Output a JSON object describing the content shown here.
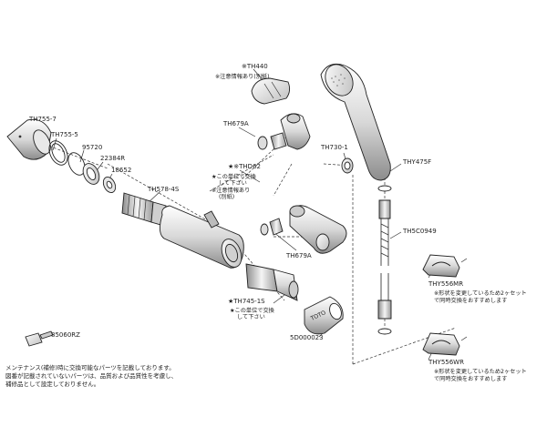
{
  "labels": {
    "th440": "※TH440",
    "th440_note": "※注意情報あり(別紙)",
    "th679a_top": "TH679A",
    "th755_7": "TH755-7",
    "th755_5": "TH755-5",
    "n95720": "95720",
    "n22384r": "22384R",
    "n18652": "18652",
    "th578_4s": "TH578-4S",
    "thd62": "★※THD62",
    "thd62_note1": "★この単位で交換",
    "thd62_note2": "して下さい",
    "thd62_note3": "※注意情報あり",
    "thd62_note4": "(別紙)",
    "th679a_mid": "TH679A",
    "th730_1": "TH730-1",
    "thy475f": "THY475F",
    "th5c0949": "TH5C0949",
    "thy556mr": "THY556MR",
    "thy556mr_note1": "※形状を変更しているため2ヶセット",
    "thy556mr_note2": "で同時交換をおすすめします",
    "thy556wr": "THY556WR",
    "thy556wr_note1": "※形状を変更しているため2ヶセット",
    "thy556wr_note2": "で同時交換をおすすめします",
    "th745_1s": "★TH745-1S",
    "th745_note1": "★この単位で交換",
    "th745_note2": "して下さい",
    "n5d000023": "5D000023",
    "n85060rz": "85060RZ",
    "cover_brand": "TOTO"
  },
  "footer": {
    "line1": "メンテナンス(補修)時に交換可能なパーツを記載しております。",
    "line2": "図番が記載されていないパーツは、品質および品質性を考慮し、",
    "line3": "補修品として設定しておりません。"
  }
}
